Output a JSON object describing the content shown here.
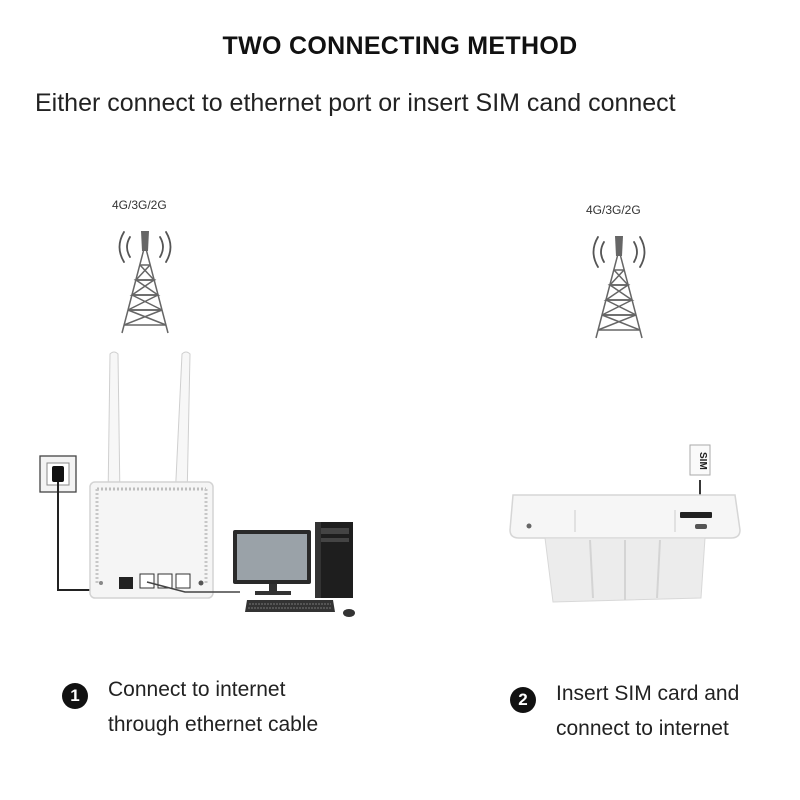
{
  "title": "TWO CONNECTING METHOD",
  "subtitle": "Either connect to ethernet port or insert SIM cand connect",
  "methods": [
    {
      "number": "1",
      "network": "4G/3G/2G",
      "line1": "Connect to internet",
      "line2": "through ethernet cable",
      "icon": "cell-tower-icon"
    },
    {
      "number": "2",
      "network": "4G/3G/2G",
      "line1": "Insert SIM card and",
      "line2": "connect to internet",
      "sim_label": "SIM",
      "icon": "cell-tower-icon"
    }
  ]
}
